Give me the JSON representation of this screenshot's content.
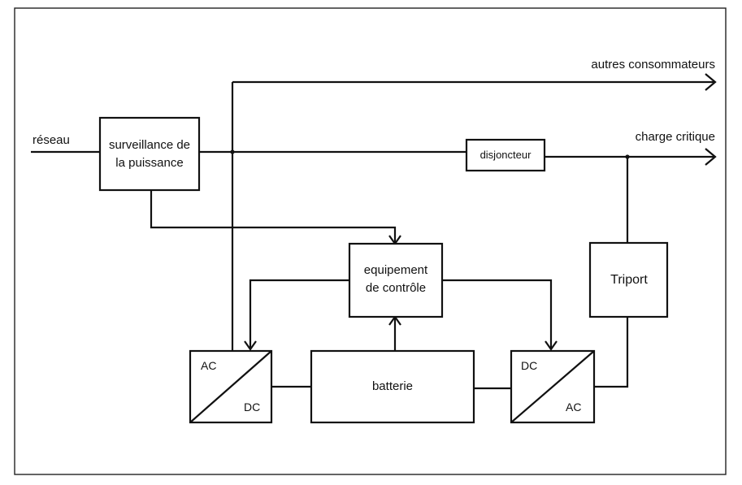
{
  "labels": {
    "grid": "réseau",
    "monitor_line1": "surveillance de",
    "monitor_line2": "la puissance",
    "other_consumers": "autres consommateurs",
    "critical_load": "charge critique",
    "breaker": "disjoncteur",
    "control_line1": "equipement",
    "control_line2": "de contrôle",
    "triport": "Triport",
    "battery": "batterie",
    "rectifier_in": "AC",
    "rectifier_out": "DC",
    "inverter_in": "DC",
    "inverter_out": "AC"
  }
}
